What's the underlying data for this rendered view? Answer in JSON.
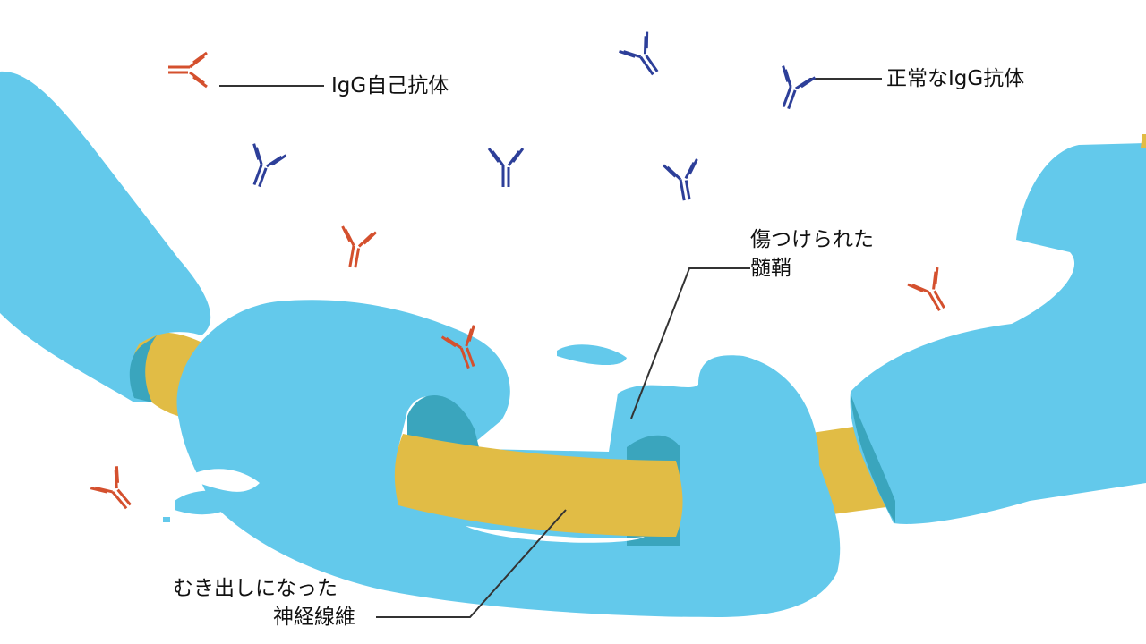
{
  "colors": {
    "myelin": "#63c9eb",
    "myelin_shadow": "#3aa5bd",
    "axon": "#e1bc45",
    "autoantibody": "#d4502e",
    "normal_antibody": "#2d3f99",
    "line": "#333333"
  },
  "labels": {
    "autoantibody": "IgG自己抗体",
    "normal_antibody": "正常なIgG抗体",
    "damaged_myelin_1": "傷つけられた",
    "damaged_myelin_2": "髄鞘",
    "exposed_axon_1": "むき出しになった",
    "exposed_axon_2": "神経線維"
  },
  "antibodies": [
    {
      "type": "autoantibody",
      "count_index": 1
    },
    {
      "type": "autoantibody",
      "count_index": 2
    },
    {
      "type": "autoantibody",
      "count_index": 3
    },
    {
      "type": "autoantibody",
      "count_index": 4
    },
    {
      "type": "autoantibody",
      "count_index": 5
    },
    {
      "type": "normal_antibody",
      "count_index": 1
    },
    {
      "type": "normal_antibody",
      "count_index": 2
    },
    {
      "type": "normal_antibody",
      "count_index": 3
    },
    {
      "type": "normal_antibody",
      "count_index": 4
    },
    {
      "type": "normal_antibody",
      "count_index": 5
    }
  ]
}
